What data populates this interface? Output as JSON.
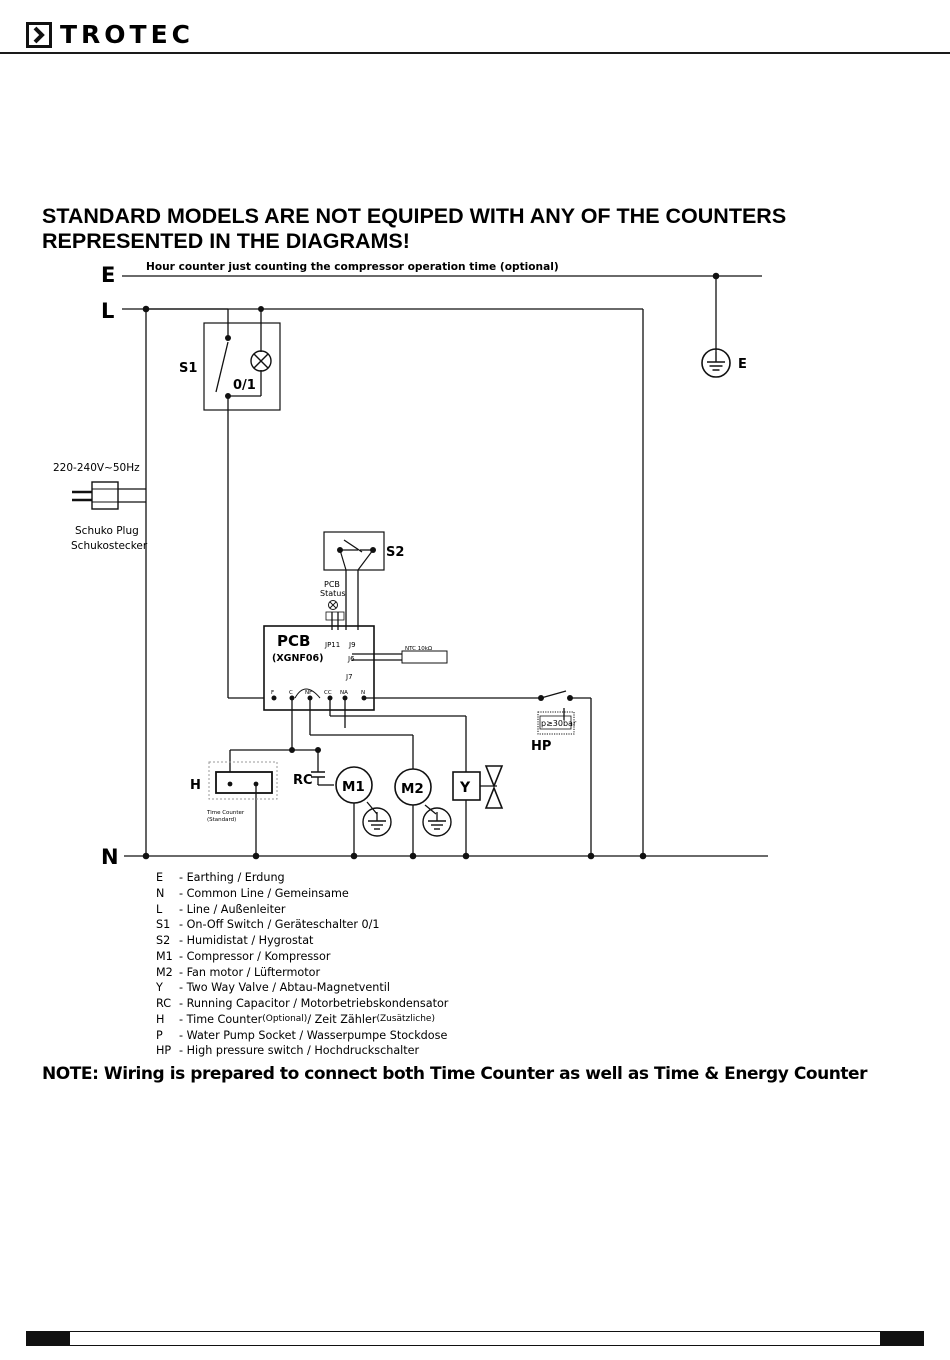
{
  "header": {
    "brand": "TROTEC"
  },
  "warning": {
    "line1": "STANDARD MODELS ARE NOT EQUIPED WITH ANY OF THE COUNTERS",
    "line2": "REPRESENTED IN THE DIAGRAMS!"
  },
  "diagram": {
    "labels": {
      "rail_e": "E",
      "rail_l": "L",
      "rail_n": "N",
      "hour_counter_caption": "Hour counter just counting the compressor operation time (optional)",
      "s1": "S1",
      "s1_switch": "0/1",
      "ground_e": "E",
      "supply": "220-240V~50Hz",
      "plug_line1": "Schuko Plug",
      "plug_line2": "Schukostecker",
      "s2": "S2",
      "pcb_status_1": "PCB",
      "pcb_status_2": "Status",
      "pcb": "PCB",
      "pcb_model": "(XGNF06)",
      "jp11": "JP11",
      "j9": "J9",
      "j6": "J6",
      "j7": "J7",
      "ntc": "NTC 10kΩ",
      "term_f": "F",
      "term_c": "C",
      "term_nf": "NF",
      "term_cc": "CC",
      "term_na": "NA",
      "term_n": "N",
      "hp": "HP",
      "hp_rating": "p≥30bar",
      "h": "H",
      "rc": "RC",
      "m1": "M1",
      "m2": "M2",
      "y": "Y",
      "time_counter_1": "Time Counter",
      "time_counter_2": "(Standard)"
    }
  },
  "legend": [
    {
      "code": "E",
      "text": "- Earthing / Erdung"
    },
    {
      "code": "N",
      "text": "- Common Line / Gemeinsame"
    },
    {
      "code": "L",
      "text": "- Line / Außenleiter"
    },
    {
      "code": "S1",
      "text": "- On-Off Switch / Geräteschalter 0/1"
    },
    {
      "code": "S2",
      "text": "- Humidistat / Hygrostat"
    },
    {
      "code": "M1",
      "text": "- Compressor / Kompressor"
    },
    {
      "code": "M2",
      "text": "- Fan motor / Lüftermotor"
    },
    {
      "code": "Y",
      "text": "- Two Way Valve / Abtau-Magnetventil"
    },
    {
      "code": "RC",
      "text": "- Running Capacitor / Motorbetriebskondensator"
    },
    {
      "code": "H",
      "text_a": "- Time Counter ",
      "text_b": "(Optional)",
      "text_c": " / Zeit Zähler ",
      "text_d": "(Zusätzliche)"
    },
    {
      "code": "P",
      "text": "- Water Pump Socket / Wasserpumpe Stockdose"
    },
    {
      "code": "HP",
      "text": "- High pressure switch / Hochdruckschalter"
    }
  ],
  "note": "NOTE: Wiring is prepared to connect both Time Counter as well as Time & Energy Counter"
}
